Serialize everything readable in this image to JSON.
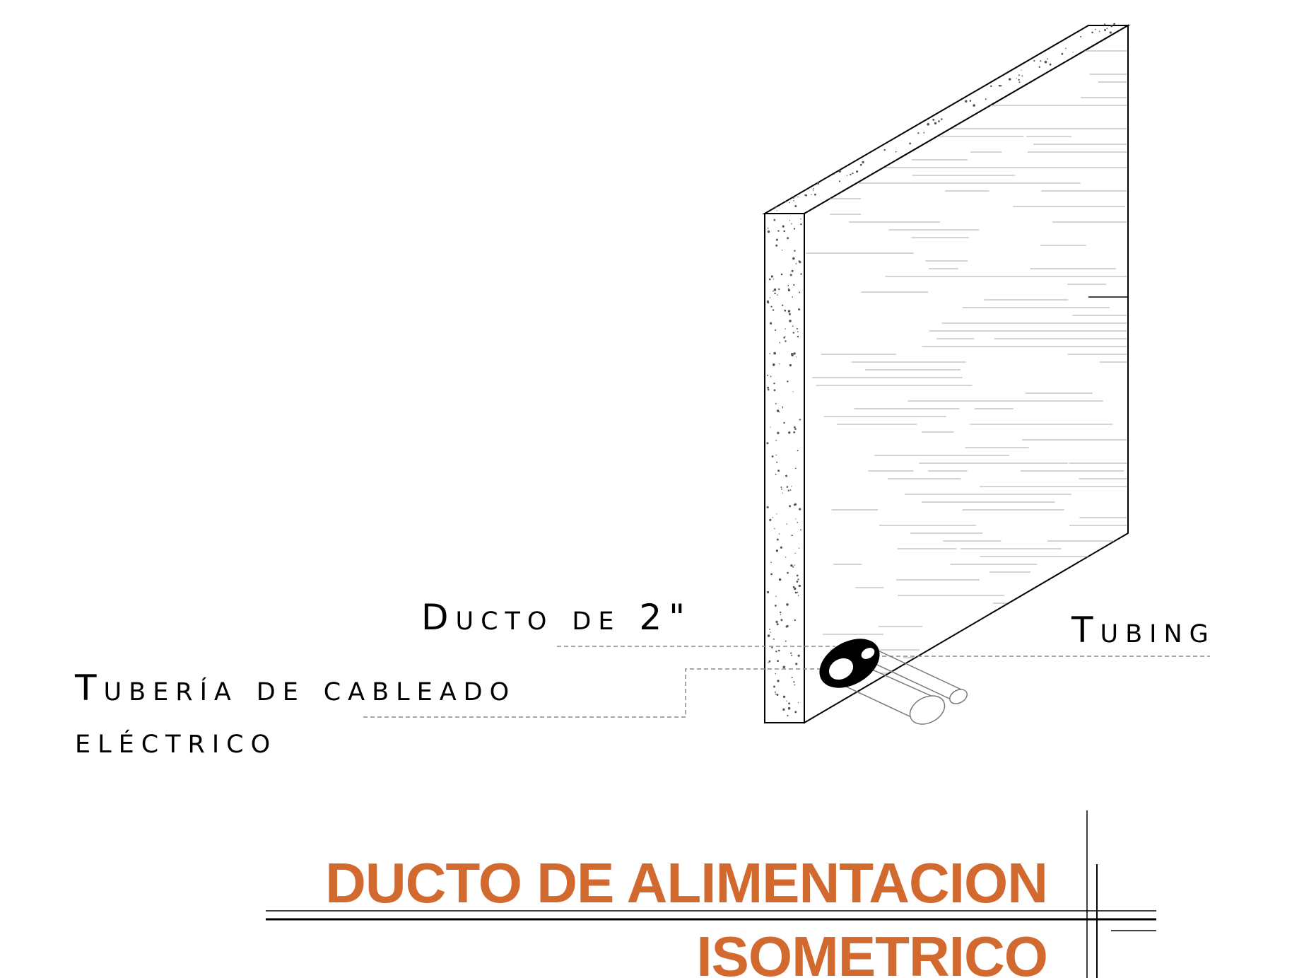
{
  "labels": {
    "ducto": "Ducto de 2\"",
    "tuberia_line1": "Tubería de cableado",
    "tuberia_line2": "eléctrico",
    "tubing": "Tubing"
  },
  "title": {
    "line1": "DUCTO DE ALIMENTACION",
    "line2": "ISOMETRICO"
  },
  "colors": {
    "title": "#D2692F",
    "ink": "#000000",
    "hatch": "#9a9a9a",
    "leader": "#8a8a8a"
  }
}
